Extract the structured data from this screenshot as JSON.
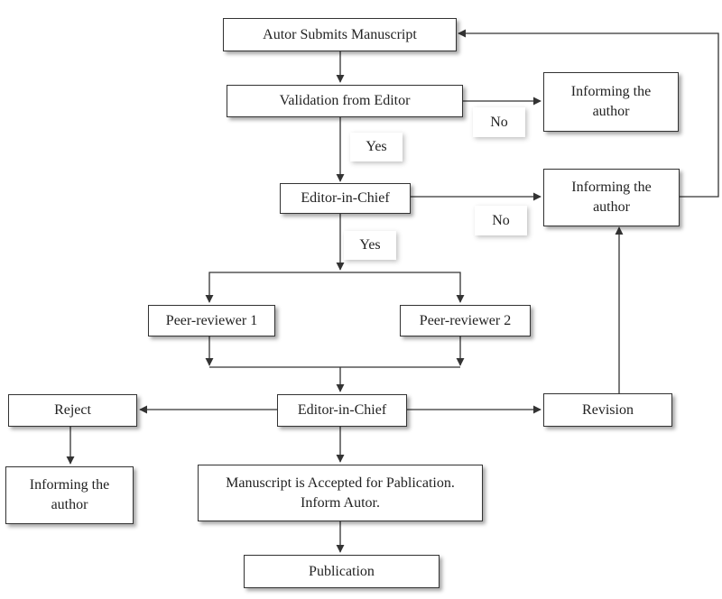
{
  "flowchart": {
    "submit": "Autor Submits Manuscript",
    "validation": "Validation from Editor",
    "inform_1": [
      "Informing the",
      "author"
    ],
    "editor_chief_1": "Editor-in-Chief",
    "inform_2": [
      "Informing the",
      "author"
    ],
    "peer_reviewer_1": "Peer-reviewer 1",
    "peer_reviewer_2": "Peer-reviewer 2",
    "editor_chief_2": "Editor-in-Chief",
    "reject": "Reject",
    "revision": "Revision",
    "inform_3": [
      "Informing the",
      "author"
    ],
    "accepted": [
      "Manuscript is Accepted for Pablication.",
      "Inform Autor."
    ],
    "publication": "Publication"
  },
  "labels": {
    "no_1": "No",
    "yes_1": "Yes",
    "no_2": "No",
    "yes_2": "Yes"
  }
}
